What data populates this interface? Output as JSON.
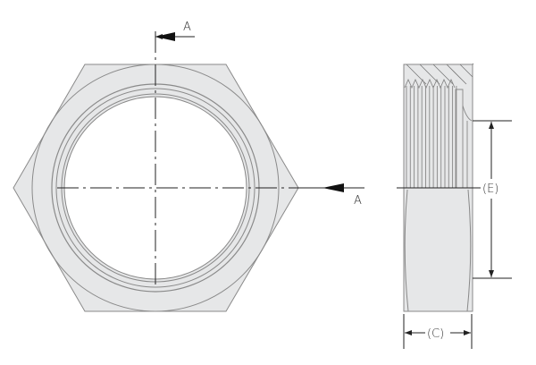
{
  "labels": {
    "section_top": "A",
    "section_right": "A",
    "dim_e": "(E)",
    "dim_c": "(C)"
  },
  "colors": {
    "fill": "#e6e7e8",
    "outline": "#8a8a8a",
    "line": "#222222"
  }
}
